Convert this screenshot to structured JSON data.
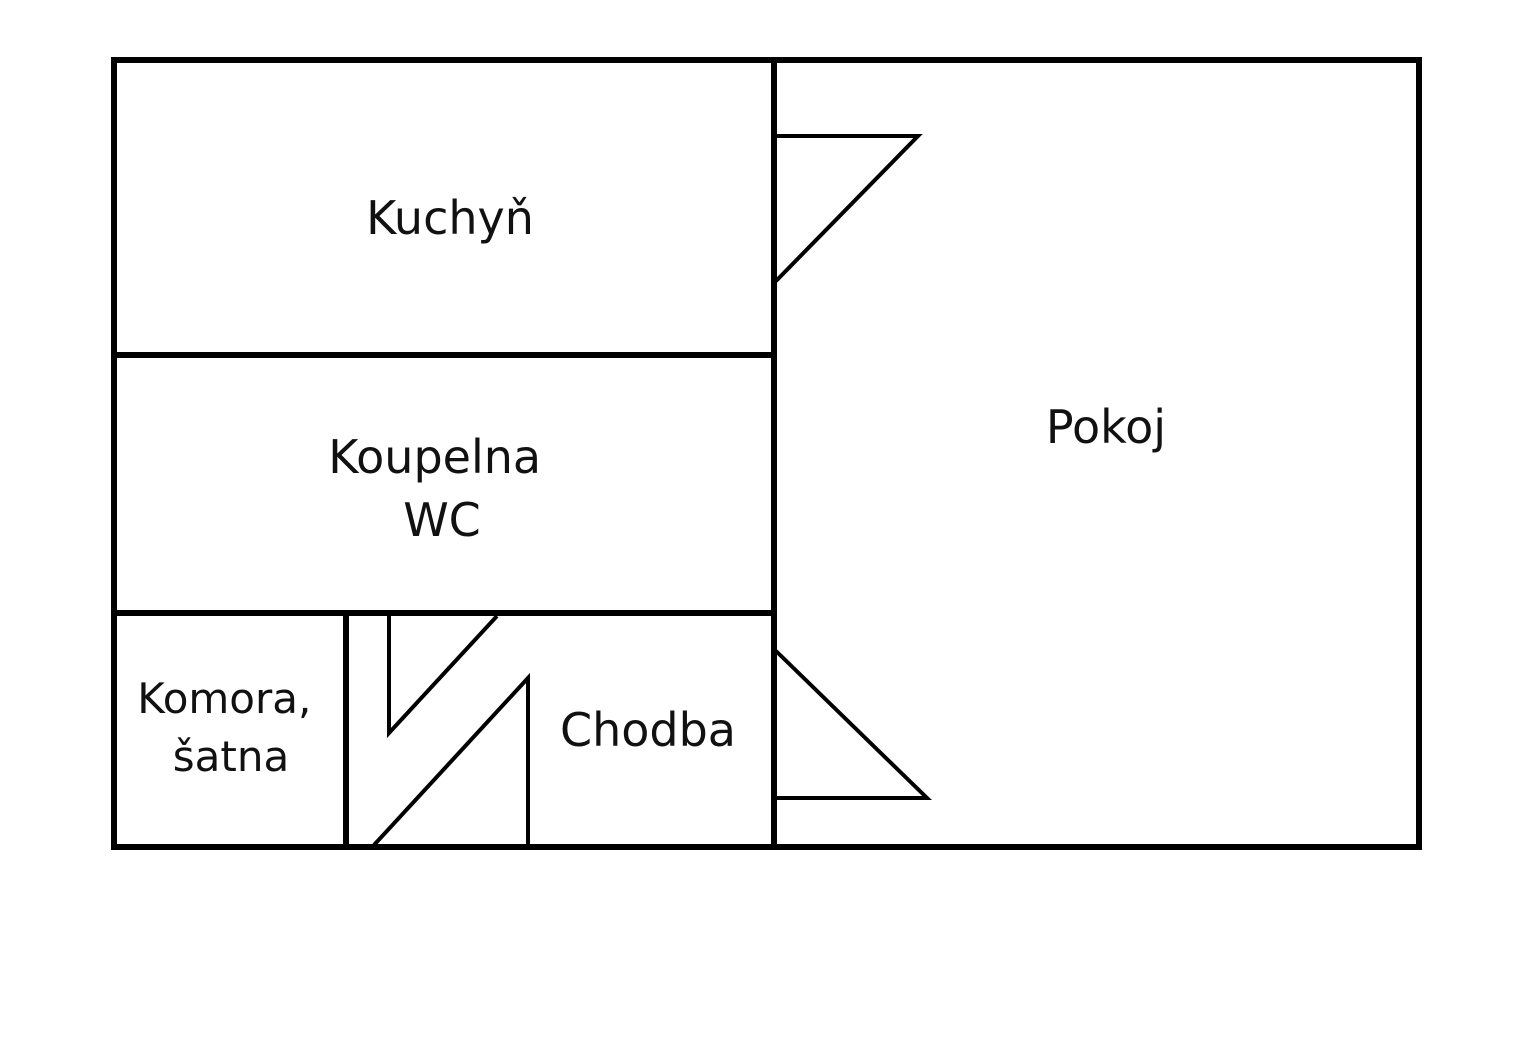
{
  "floorplan": {
    "rooms": [
      {
        "id": "kitchen",
        "lines": [
          "Kuchyň"
        ]
      },
      {
        "id": "bathroom",
        "lines": [
          "Koupelna",
          "WC"
        ]
      },
      {
        "id": "room",
        "lines": [
          "Pokoj"
        ]
      },
      {
        "id": "storage",
        "lines": [
          "Komora,",
          "šatna"
        ]
      },
      {
        "id": "hallway",
        "lines": [
          "Chodba"
        ]
      }
    ],
    "colors": {
      "line": "#000000",
      "background": "#ffffff",
      "text": "#111111"
    }
  }
}
